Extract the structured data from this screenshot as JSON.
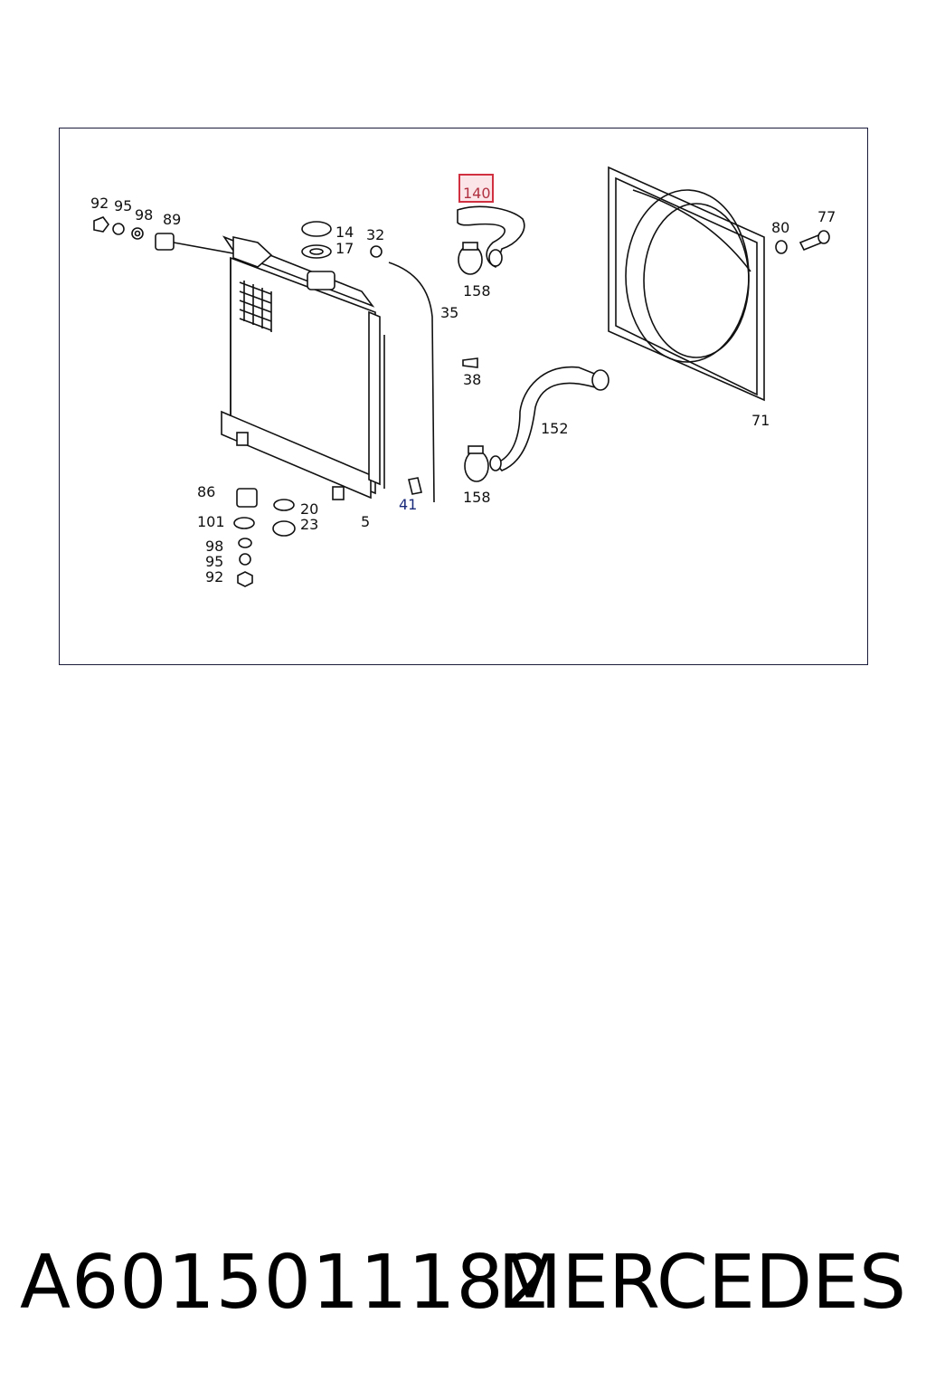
{
  "labels": {
    "l92a": "92",
    "l95a": "95",
    "l98a": "98",
    "l89": "89",
    "l14": "14",
    "l17": "17",
    "l32": "32",
    "l35": "35",
    "l140": "140",
    "l158a": "158",
    "l38": "38",
    "l152": "152",
    "l158b": "158",
    "l41": "41",
    "l5": "5",
    "l80": "80",
    "l77": "77",
    "l71": "71",
    "l86": "86",
    "l101": "101",
    "l20": "20",
    "l23": "23",
    "l98b": "98",
    "l95b": "95",
    "l92b": "92"
  },
  "highlight": {
    "label": "140",
    "color": "#d03040"
  },
  "footer": {
    "part_number": "A6015011182",
    "brand": "MERCEDES"
  }
}
